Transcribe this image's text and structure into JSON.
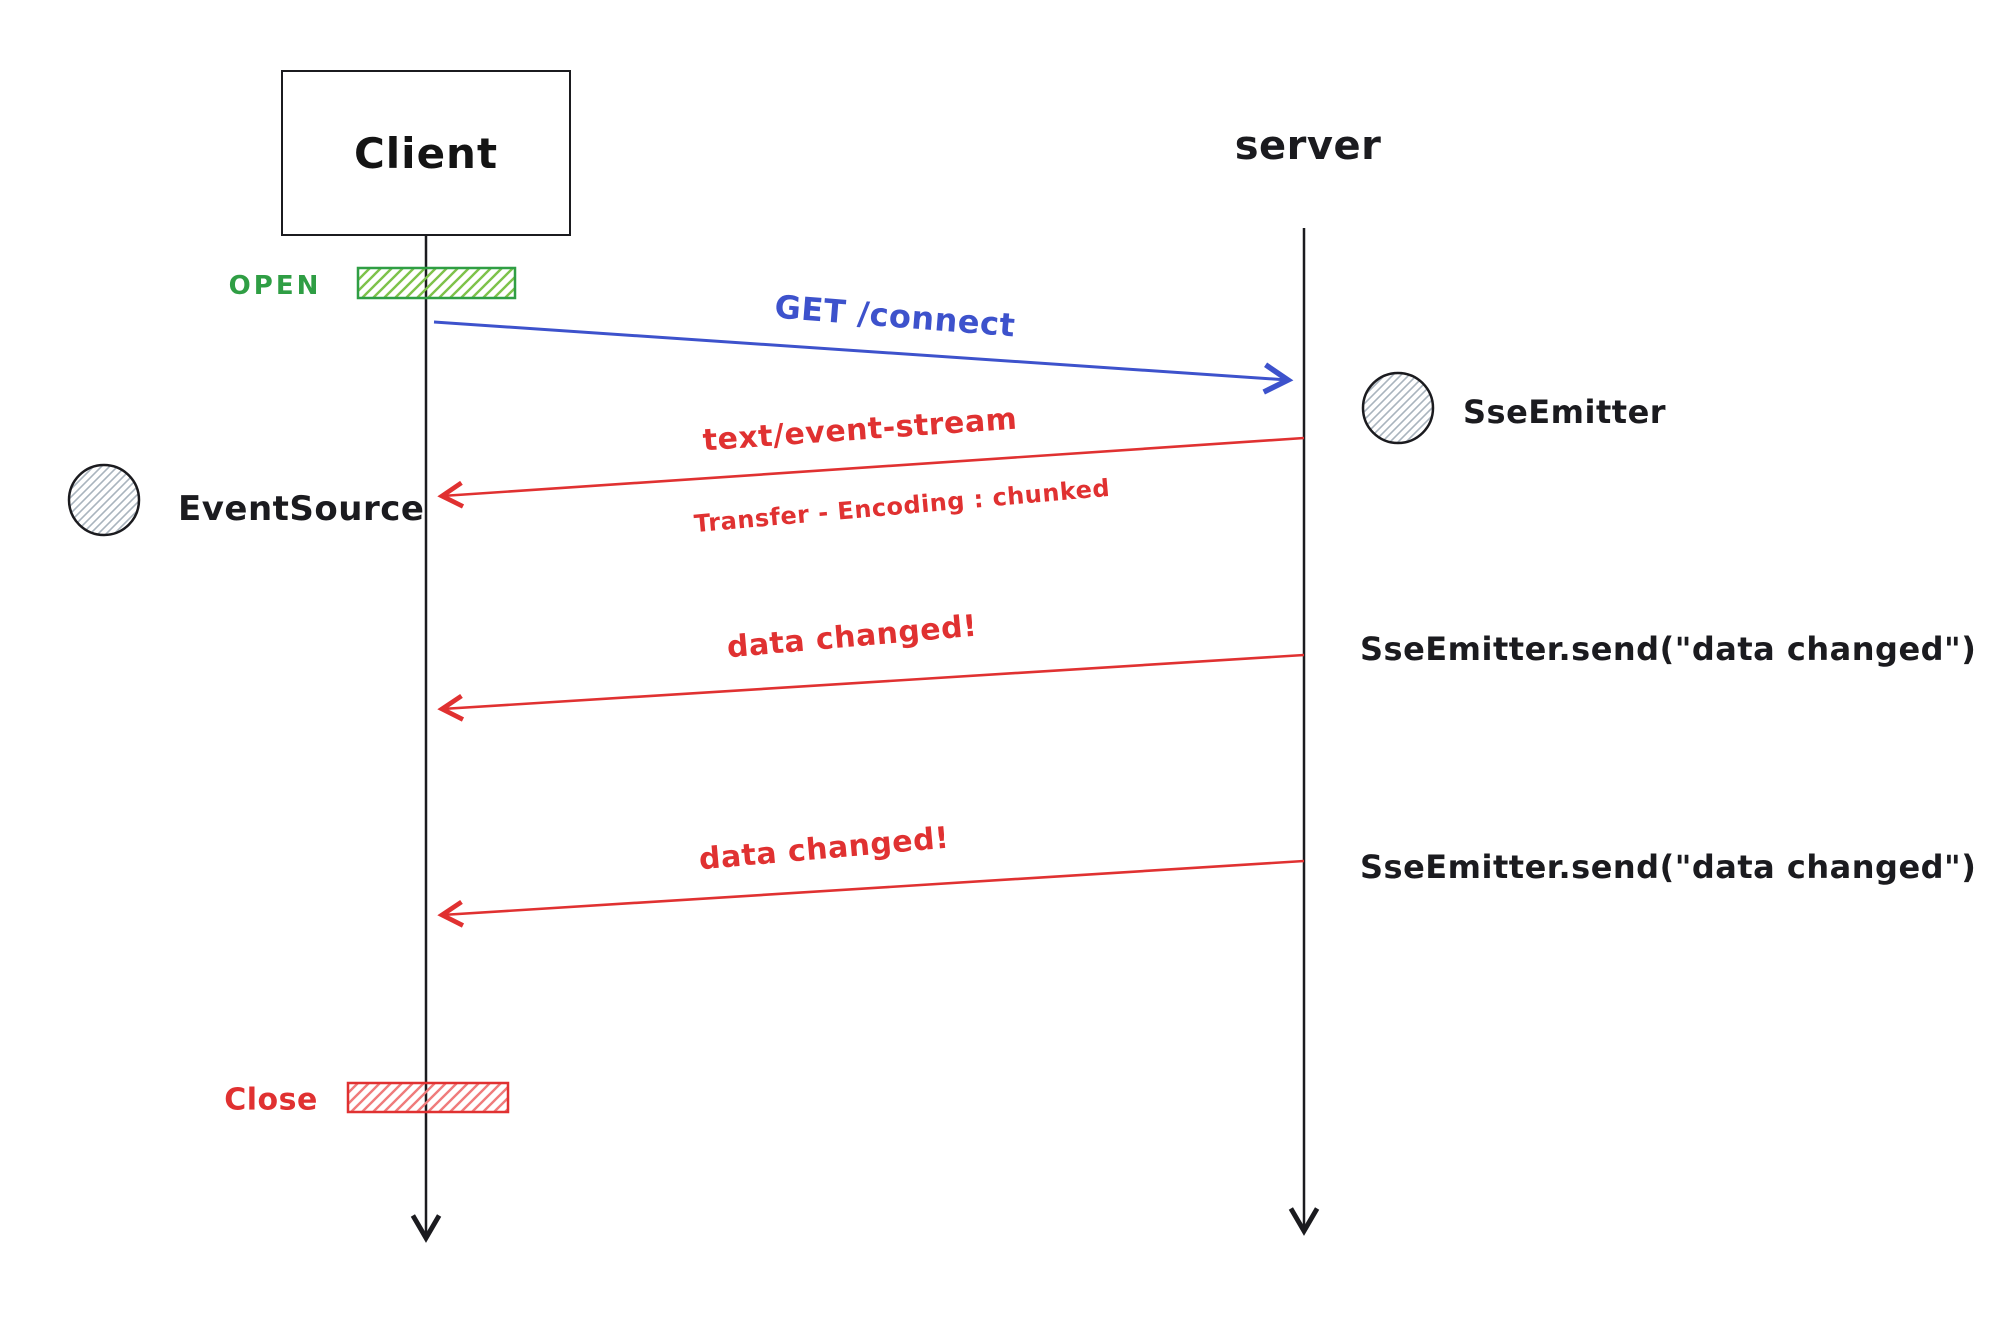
{
  "actors": {
    "client": "Client",
    "server": "server"
  },
  "lifecycle": {
    "open": "OPEN",
    "close": "Close"
  },
  "objects": {
    "event_source": "EventSource",
    "sse_emitter": "SseEmitter"
  },
  "messages": [
    {
      "label": "GET /connect",
      "from": "client",
      "to": "server",
      "color": "#3d52cc"
    },
    {
      "label": "text/event-stream",
      "sublabel": "Transfer - Encoding : chunked",
      "from": "server",
      "to": "client",
      "color": "#e03131"
    },
    {
      "label": "data changed!",
      "annotation": "SseEmitter.send(\"data changed\")",
      "from": "server",
      "to": "client",
      "color": "#e03131"
    },
    {
      "label": "data changed!",
      "annotation": "SseEmitter.send(\"data changed\")",
      "from": "server",
      "to": "client",
      "color": "#e03131"
    }
  ],
  "colors": {
    "ink": "#1b1b1f",
    "blue": "#3d52cc",
    "red": "#e03131",
    "green": "#2f9e44",
    "green_hatch": "#7ec24a",
    "red_hatch": "#ef7b7b",
    "gray_hatch": "#a9b4be"
  }
}
